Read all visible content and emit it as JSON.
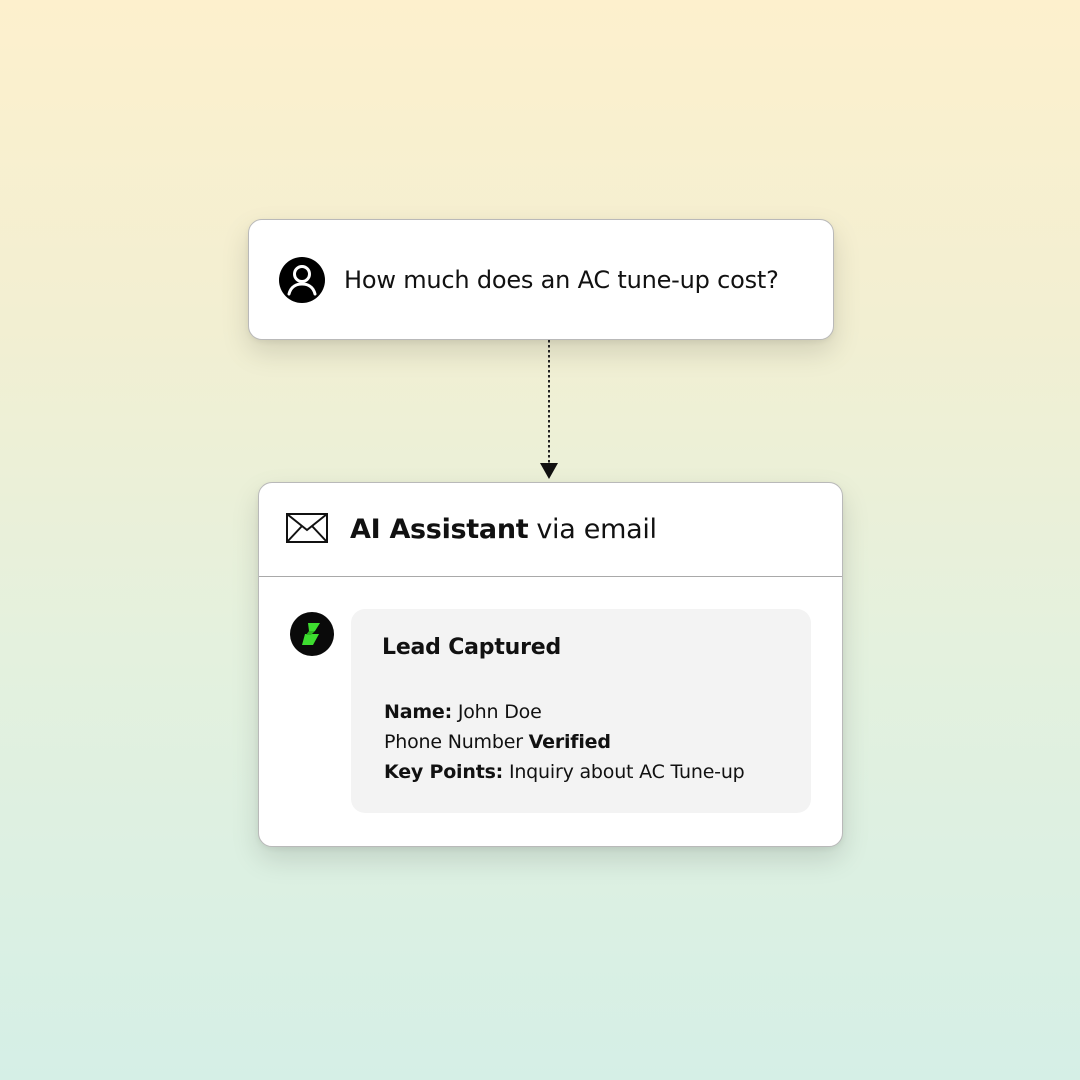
{
  "question": {
    "text": "How much does an AC tune-up cost?",
    "icon": "user-avatar-icon"
  },
  "assistant": {
    "icon": "mail-icon",
    "title_strong": "AI Assistant",
    "title_rest": "via email",
    "bot_icon": "bolt-logo-icon",
    "lead": {
      "title": "Lead Captured",
      "name_label": "Name:",
      "name_value": "John Doe",
      "phone_label": "Phone Number",
      "phone_status": "Verified",
      "keypoints_label": "Key Points:",
      "keypoints_value": "Inquiry about AC Tune-up"
    }
  },
  "colors": {
    "accent_green": "#3ddc2f",
    "logo_bg": "#0a0a0a"
  }
}
